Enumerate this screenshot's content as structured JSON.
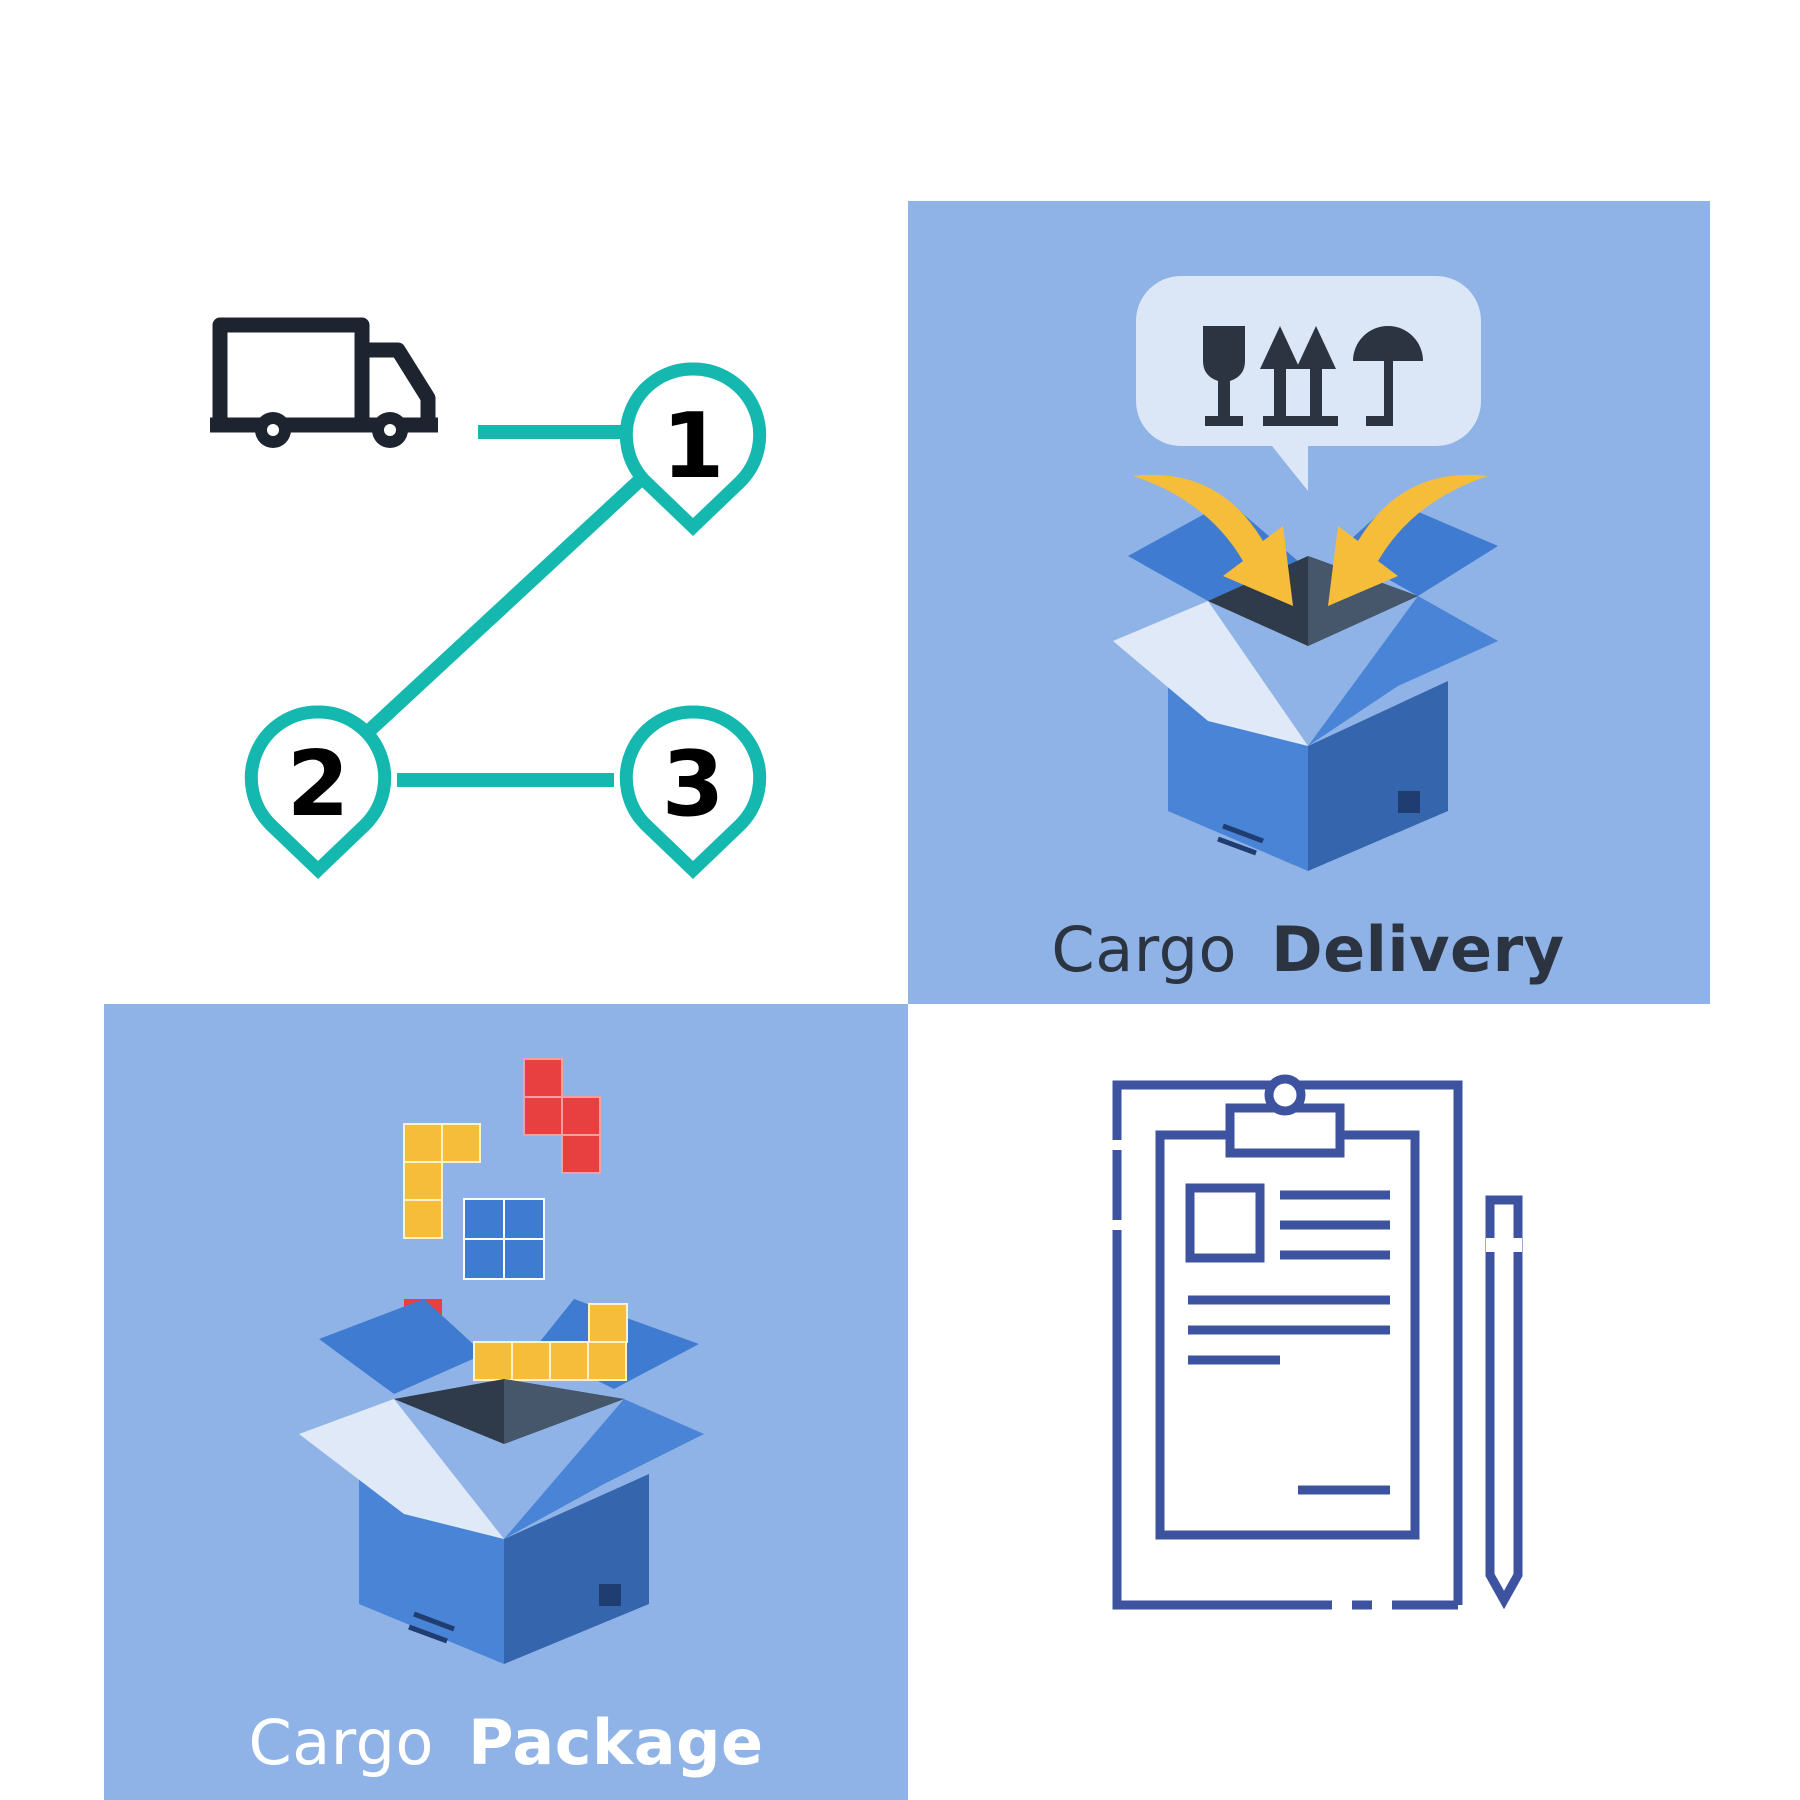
{
  "route": {
    "stops": [
      "1",
      "2",
      "3"
    ],
    "truck_icon": "truck-icon",
    "pin_icon": "location-pin-icon"
  },
  "delivery": {
    "caption_light": "Cargo",
    "caption_bold": "Delivery",
    "bubble_icons": [
      "fragile-glass-icon",
      "this-way-up-icon",
      "keep-dry-umbrella-icon"
    ]
  },
  "package": {
    "caption_light": "Cargo",
    "caption_bold": "Package"
  },
  "document": {
    "icon": "clipboard-document-icon",
    "pen_icon": "pen-icon"
  },
  "colors": {
    "teal": "#15b8ae",
    "navy": "#1d2430",
    "tile_blue": "#8fb3e6",
    "box_blue": "#4a84d6",
    "box_dark": "#3565ad",
    "arrow_yellow": "#f6bd3b",
    "doc_blue": "#3d53a0",
    "block_red": "#e84040"
  }
}
